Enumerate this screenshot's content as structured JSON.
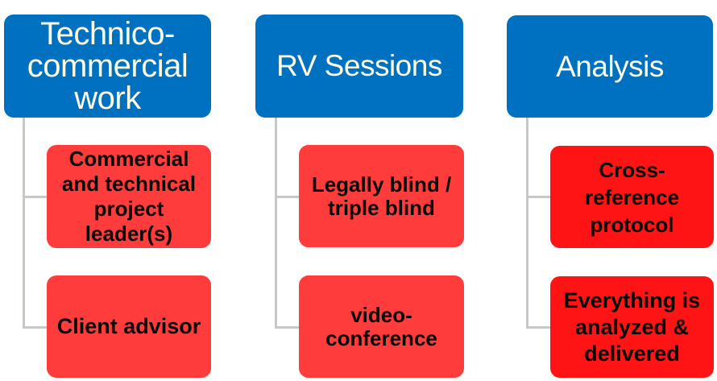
{
  "diagram": {
    "type": "hierarchy",
    "colors": {
      "header_fill": "#0070c0",
      "header_text": "#fdfde3",
      "child_fill": "#ff3c3c",
      "child_fill_alt": "#fe1414",
      "child_text": "#0a0a0a",
      "connector": "#c8c8c4"
    },
    "columns": [
      {
        "title": "Technico-commercial work",
        "children": [
          "Commercial and technical project leader(s)",
          "Client advisor"
        ]
      },
      {
        "title": "RV Sessions",
        "children": [
          "Legally blind / triple blind",
          "video-conference"
        ]
      },
      {
        "title": "Analysis",
        "children": [
          "Cross-reference protocol",
          "Everything is analyzed & delivered"
        ]
      }
    ]
  }
}
